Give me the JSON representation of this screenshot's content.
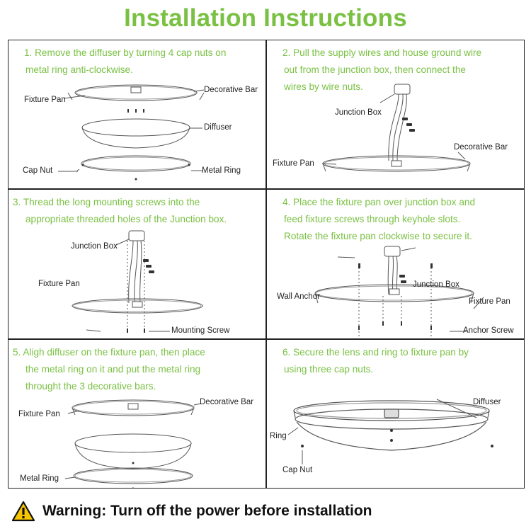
{
  "title": "Installation Instructions",
  "steps": [
    {
      "text_lines": [
        "1. Remove the diffuser by turning 4 cap nuts on",
        "metal ring anti-clockwise."
      ],
      "labels": {
        "fixture_pan": "Fixture Pan",
        "decorative_bar": "Decorative Bar",
        "diffuser": "Diffuser",
        "cap_nut": "Cap Nut",
        "metal_ring": "Metal Ring"
      }
    },
    {
      "text_lines": [
        "2. Pull the supply wires and house ground wire",
        "out from the junction box, then connect the",
        "wires by wire nuts."
      ],
      "labels": {
        "junction_box": "Junction Box",
        "decorative_bar": "Decorative Bar",
        "fixture_pan": "Fixture Pan"
      }
    },
    {
      "text_lines": [
        "3. Thread the long mounting screws into the",
        "appropriate threaded holes of the Junction box."
      ],
      "labels": {
        "junction_box": "Junction Box",
        "fixture_pan": "Fixture Pan",
        "mounting_screw": "Mounting Screw"
      }
    },
    {
      "text_lines": [
        "4. Place the fixture pan over junction box and",
        "feed fixture screws through keyhole slots.",
        "Rotate the fixture pan clockwise to secure it."
      ],
      "labels": {
        "wall_anchor": "Wall Anchor",
        "junction_box": "Junction Box",
        "fixture_pan": "Fixture Pan",
        "anchor_screw": "Anchor Screw"
      }
    },
    {
      "text_lines": [
        "5. Aligh diffuser on the fixture pan, then place",
        "the metal ring on it and put the metal ring",
        "throught the 3 decorative bars."
      ],
      "labels": {
        "fixture_pan": "Fixture Pan",
        "decorative_bar": "Decorative Bar",
        "metal_ring": "Metal Ring"
      }
    },
    {
      "text_lines": [
        "6. Secure the lens and ring to fixture pan by",
        "using three cap nuts."
      ],
      "labels": {
        "diffuser": "Diffuser",
        "ring": "Ring",
        "cap_nut": "Cap Nut"
      }
    }
  ],
  "warning": {
    "icon": "warning-triangle-icon",
    "text": "Warning: Turn off the power before installation"
  },
  "colors": {
    "accent": "#7ac143",
    "border": "#222222"
  }
}
